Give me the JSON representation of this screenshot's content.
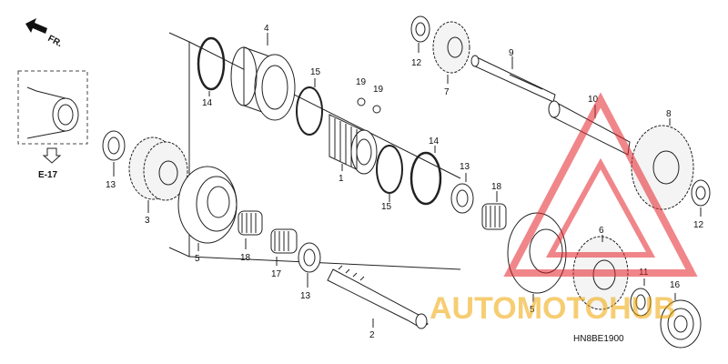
{
  "direction_label": "FR.",
  "section_ref": "E-17",
  "diagram_code": "HN8BE1900",
  "watermark": "AUTOMOTOHUB",
  "callouts": {
    "c1": "1",
    "c2": "2",
    "c3": "3",
    "c4": "4",
    "c5a": "5",
    "c5b": "5",
    "c6": "6",
    "c7": "7",
    "c8": "8",
    "c9": "9",
    "c10": "10",
    "c11": "11",
    "c12a": "12",
    "c12b": "12",
    "c13a": "13",
    "c13b": "13",
    "c13c": "13",
    "c14a": "14",
    "c14b": "14",
    "c15a": "15",
    "c15b": "15",
    "c16": "16",
    "c17": "17",
    "c18a": "18",
    "c18b": "18",
    "c19a": "19",
    "c19b": "19"
  },
  "colors": {
    "watermark_red": "#e4252b",
    "watermark_gold": "#f0a500",
    "ink": "#222222"
  }
}
